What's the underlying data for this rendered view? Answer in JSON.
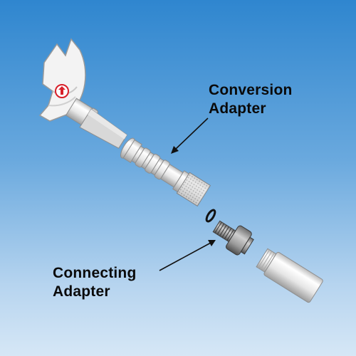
{
  "labels": {
    "conversion": {
      "line1": "Conversion",
      "line2": "Adapter"
    },
    "connecting": {
      "line1": "Connecting",
      "line2": "Adapter"
    }
  },
  "colors": {
    "background_top": "#2f86cf",
    "background_bottom": "#d6e7f6",
    "glass": "#f2f2f2",
    "label_text": "#0a0a0a",
    "logo_red": "#d8202a"
  }
}
